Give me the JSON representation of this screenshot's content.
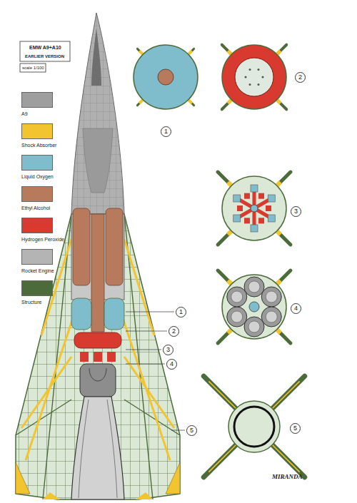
{
  "diagram": {
    "title": "EMW A9+A10",
    "nodes": [
      {
        "text": [
          "1"
        ]
      },
      {
        "text": [
          "2"
        ]
      },
      {
        "text": [
          "3"
        ]
      },
      {
        "text": [
          "4"
        ]
      },
      {
        "text": [
          "5"
        ]
      },
      {
        "text": [
          "1"
        ]
      },
      {
        "text": [
          "2"
        ]
      },
      {
        "text": [
          "3"
        ]
      },
      {
        "text": [
          "4"
        ]
      },
      {
        "text": [
          "5"
        ]
      }
    ],
    "edges": [],
    "labels": [
      "EARLIER VERSION",
      "scale 1/100",
      "MIRANDA"
    ],
    "legend": [
      {
        "text": "A9",
        "color": "#9e9e9e"
      },
      {
        "text": "Shock Absorber",
        "color": "#f2c530"
      },
      {
        "text": "Liquid Oxygen",
        "color": "#7fbccc"
      },
      {
        "text": "Ethyl Alcohol",
        "color": "#b87a5c"
      },
      {
        "text": "Hydrogen Peroxide",
        "color": "#d83a30"
      },
      {
        "text": "Rocket Engine",
        "color": "#b4b4b4"
      },
      {
        "text": "Structure",
        "color": "#4d6b3a"
      }
    ]
  }
}
